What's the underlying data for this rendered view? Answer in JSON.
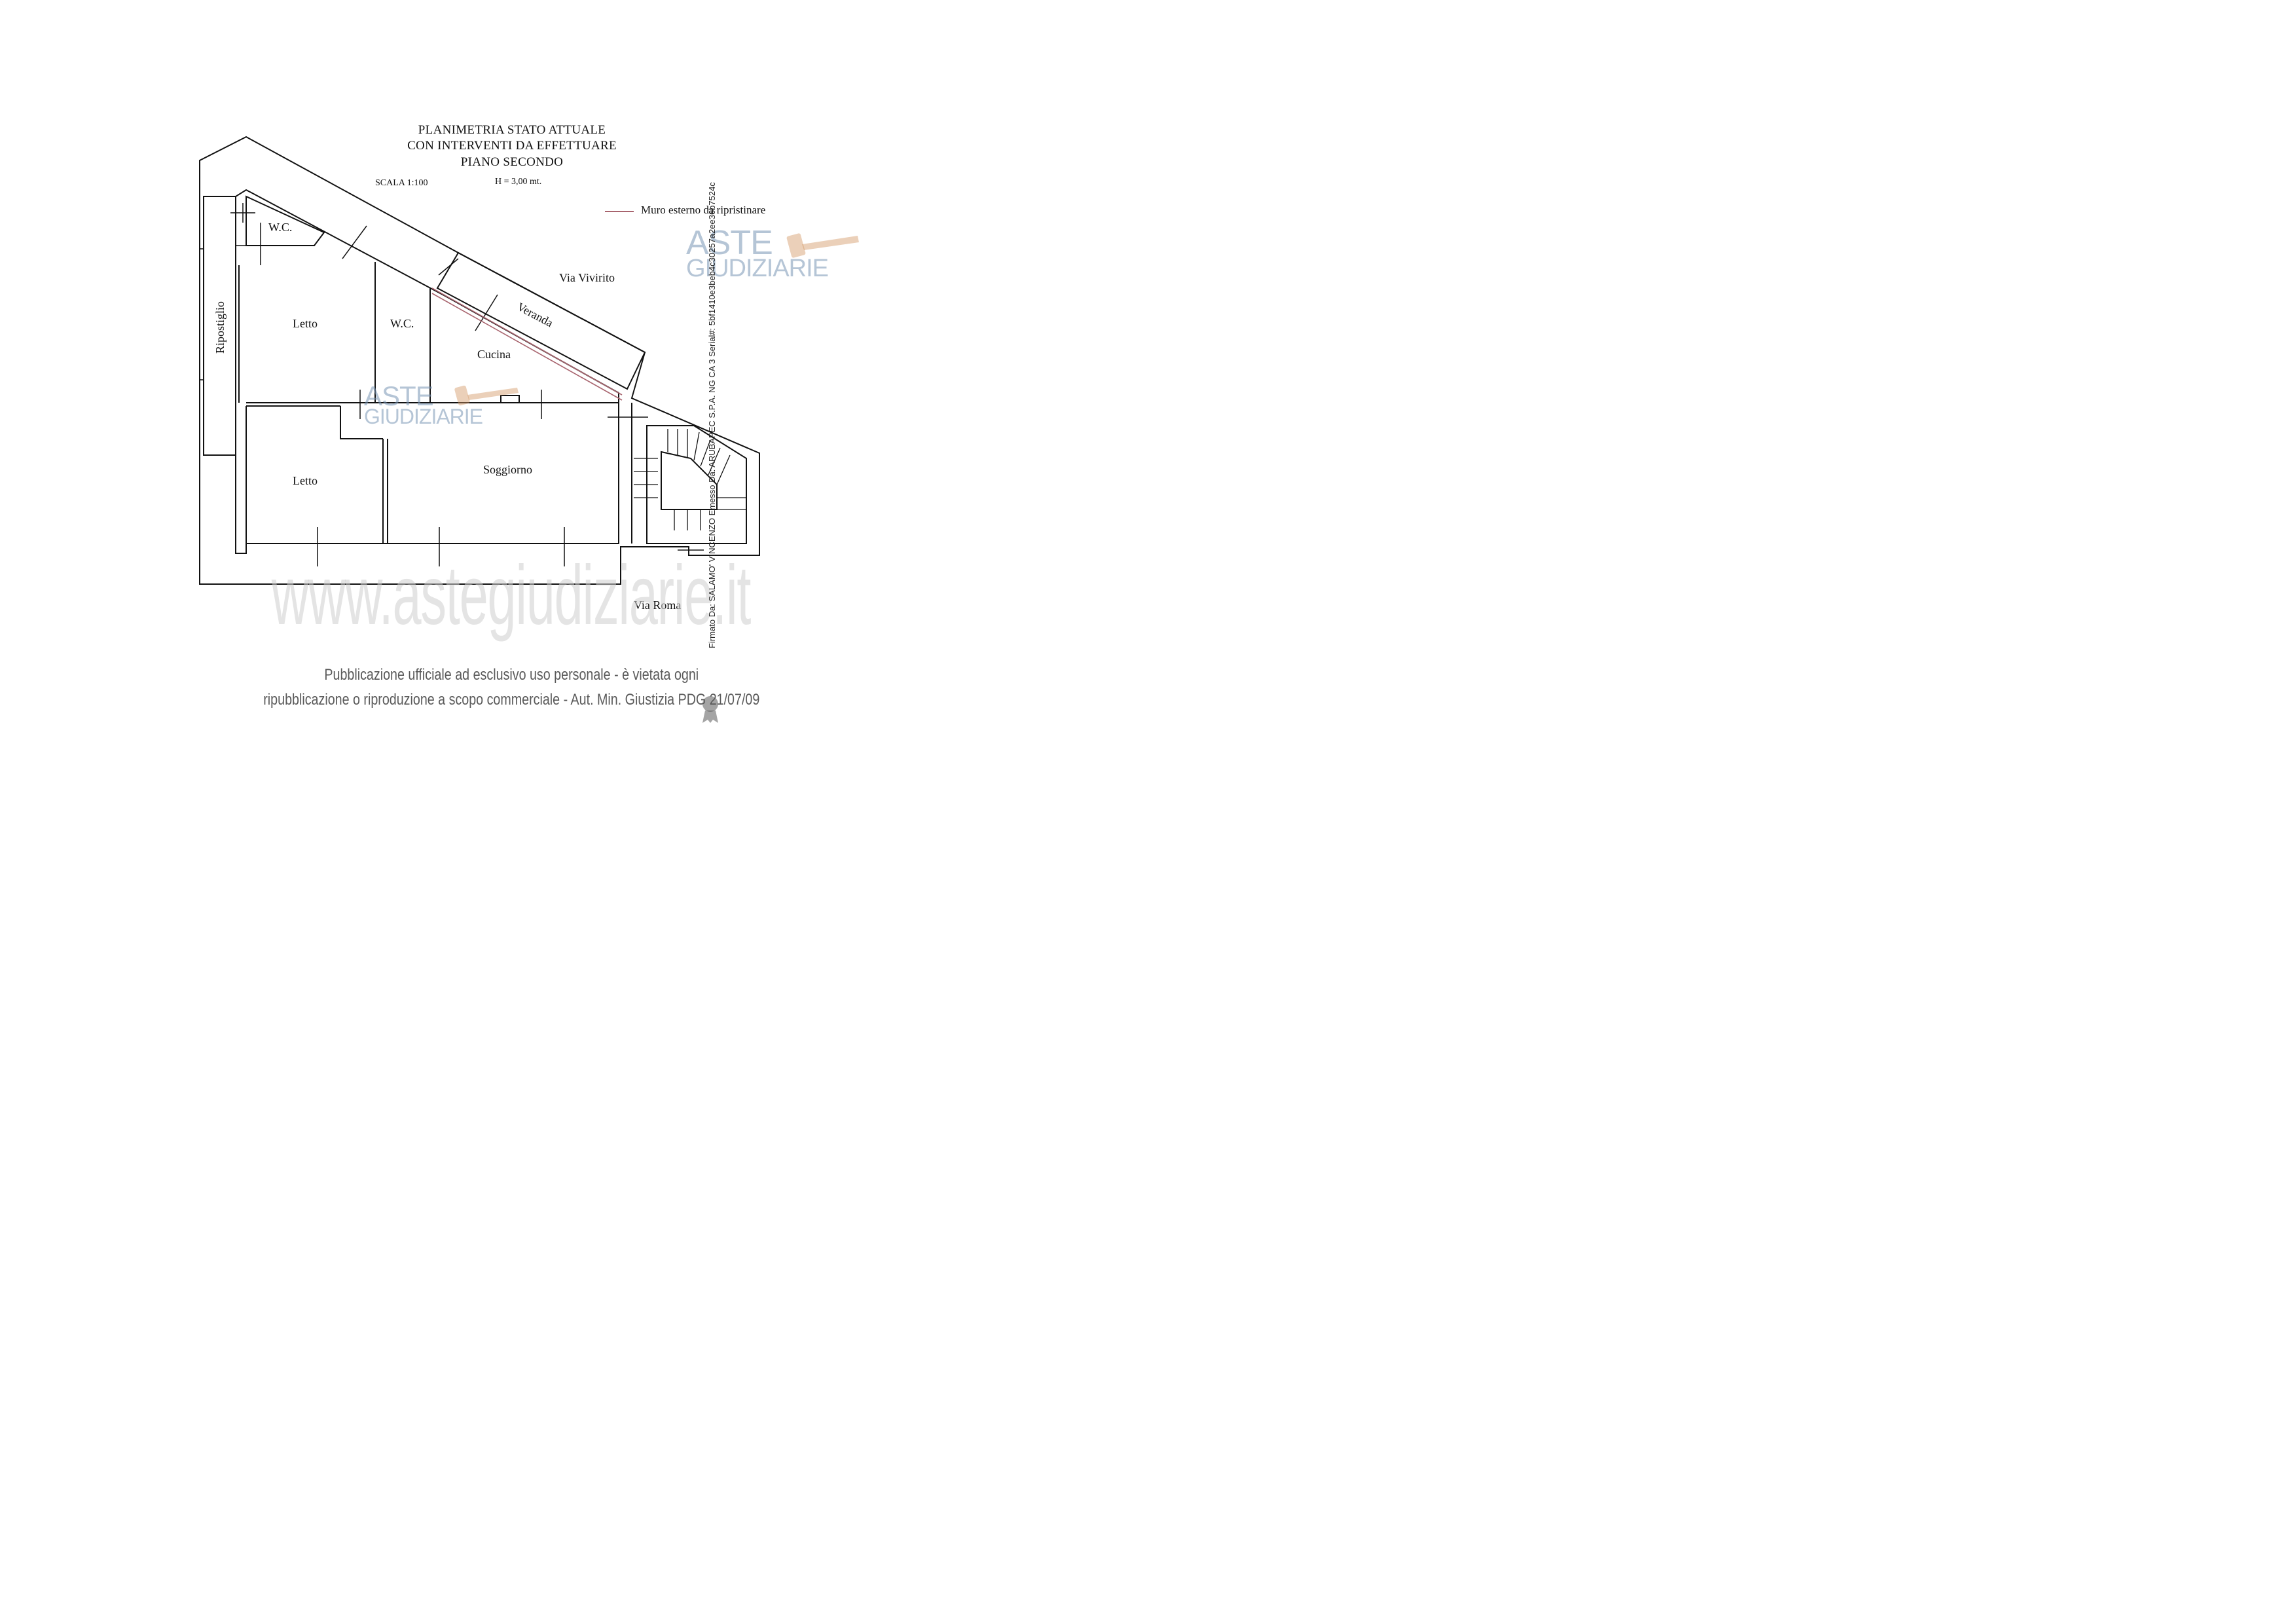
{
  "title": {
    "line1": "PLANIMETRIA STATO ATTUALE",
    "line2": "CON INTERVENTI DA EFFETTUARE",
    "line3": "PIANO SECONDO"
  },
  "scale_label": "SCALA 1:100",
  "height_label": "H = 3,00 mt.",
  "legend": {
    "label": "Muro esterno da ripristinare",
    "color": "#a8646e"
  },
  "rooms": {
    "wc_top": "W.C.",
    "wc_mid": "W.C.",
    "letto_top": "Letto",
    "letto_bottom": "Letto",
    "cucina": "Cucina",
    "soggiorno": "Soggiorno",
    "ripostiglio": "Ripostiglio",
    "veranda": "Veranda"
  },
  "streets": {
    "via_vivirito": "Via Vivirito",
    "via_roma": "Via Roma"
  },
  "watermark": {
    "logo_line1": "ASTE",
    "logo_line2": "GIUDIZIARIE",
    "url": "www.astegiudiziarie.it"
  },
  "notice": {
    "line1": "Pubblicazione ufficiale ad esclusivo uso personale - è vietata ogni",
    "line2": "ripubblicazione o riproduzione a scopo commerciale - Aut. Min. Giustizia PDG 21/07/09"
  },
  "signature": "Firmato Da: SALAMO' VINCENZO Emesso Da: ARUBAPEC S.P.A. NG CA 3 Serial#: 5bf1410e3beb4c30257a2ee36b7524c"
}
